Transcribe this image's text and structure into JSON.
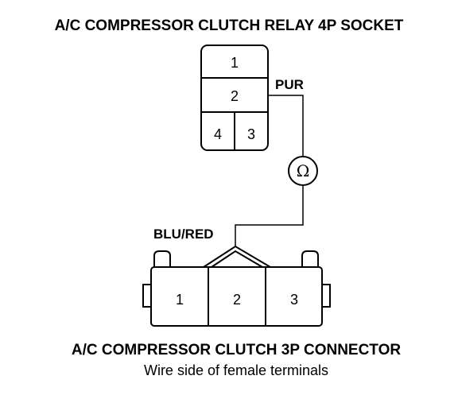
{
  "socket": {
    "title": "A/C COMPRESSOR CLUTCH RELAY 4P SOCKET",
    "pins": {
      "p1": "1",
      "p2": "2",
      "p3": "3",
      "p4": "4"
    },
    "wire_label": "PUR"
  },
  "meter": {
    "symbol": "Ω",
    "icon": "ohmmeter-icon"
  },
  "connector": {
    "wire_label": "BLU/RED",
    "pins": {
      "p1": "1",
      "p2": "2",
      "p3": "3"
    },
    "title": "A/C COMPRESSOR CLUTCH 3P CONNECTOR",
    "subtitle": "Wire side of female terminals"
  }
}
